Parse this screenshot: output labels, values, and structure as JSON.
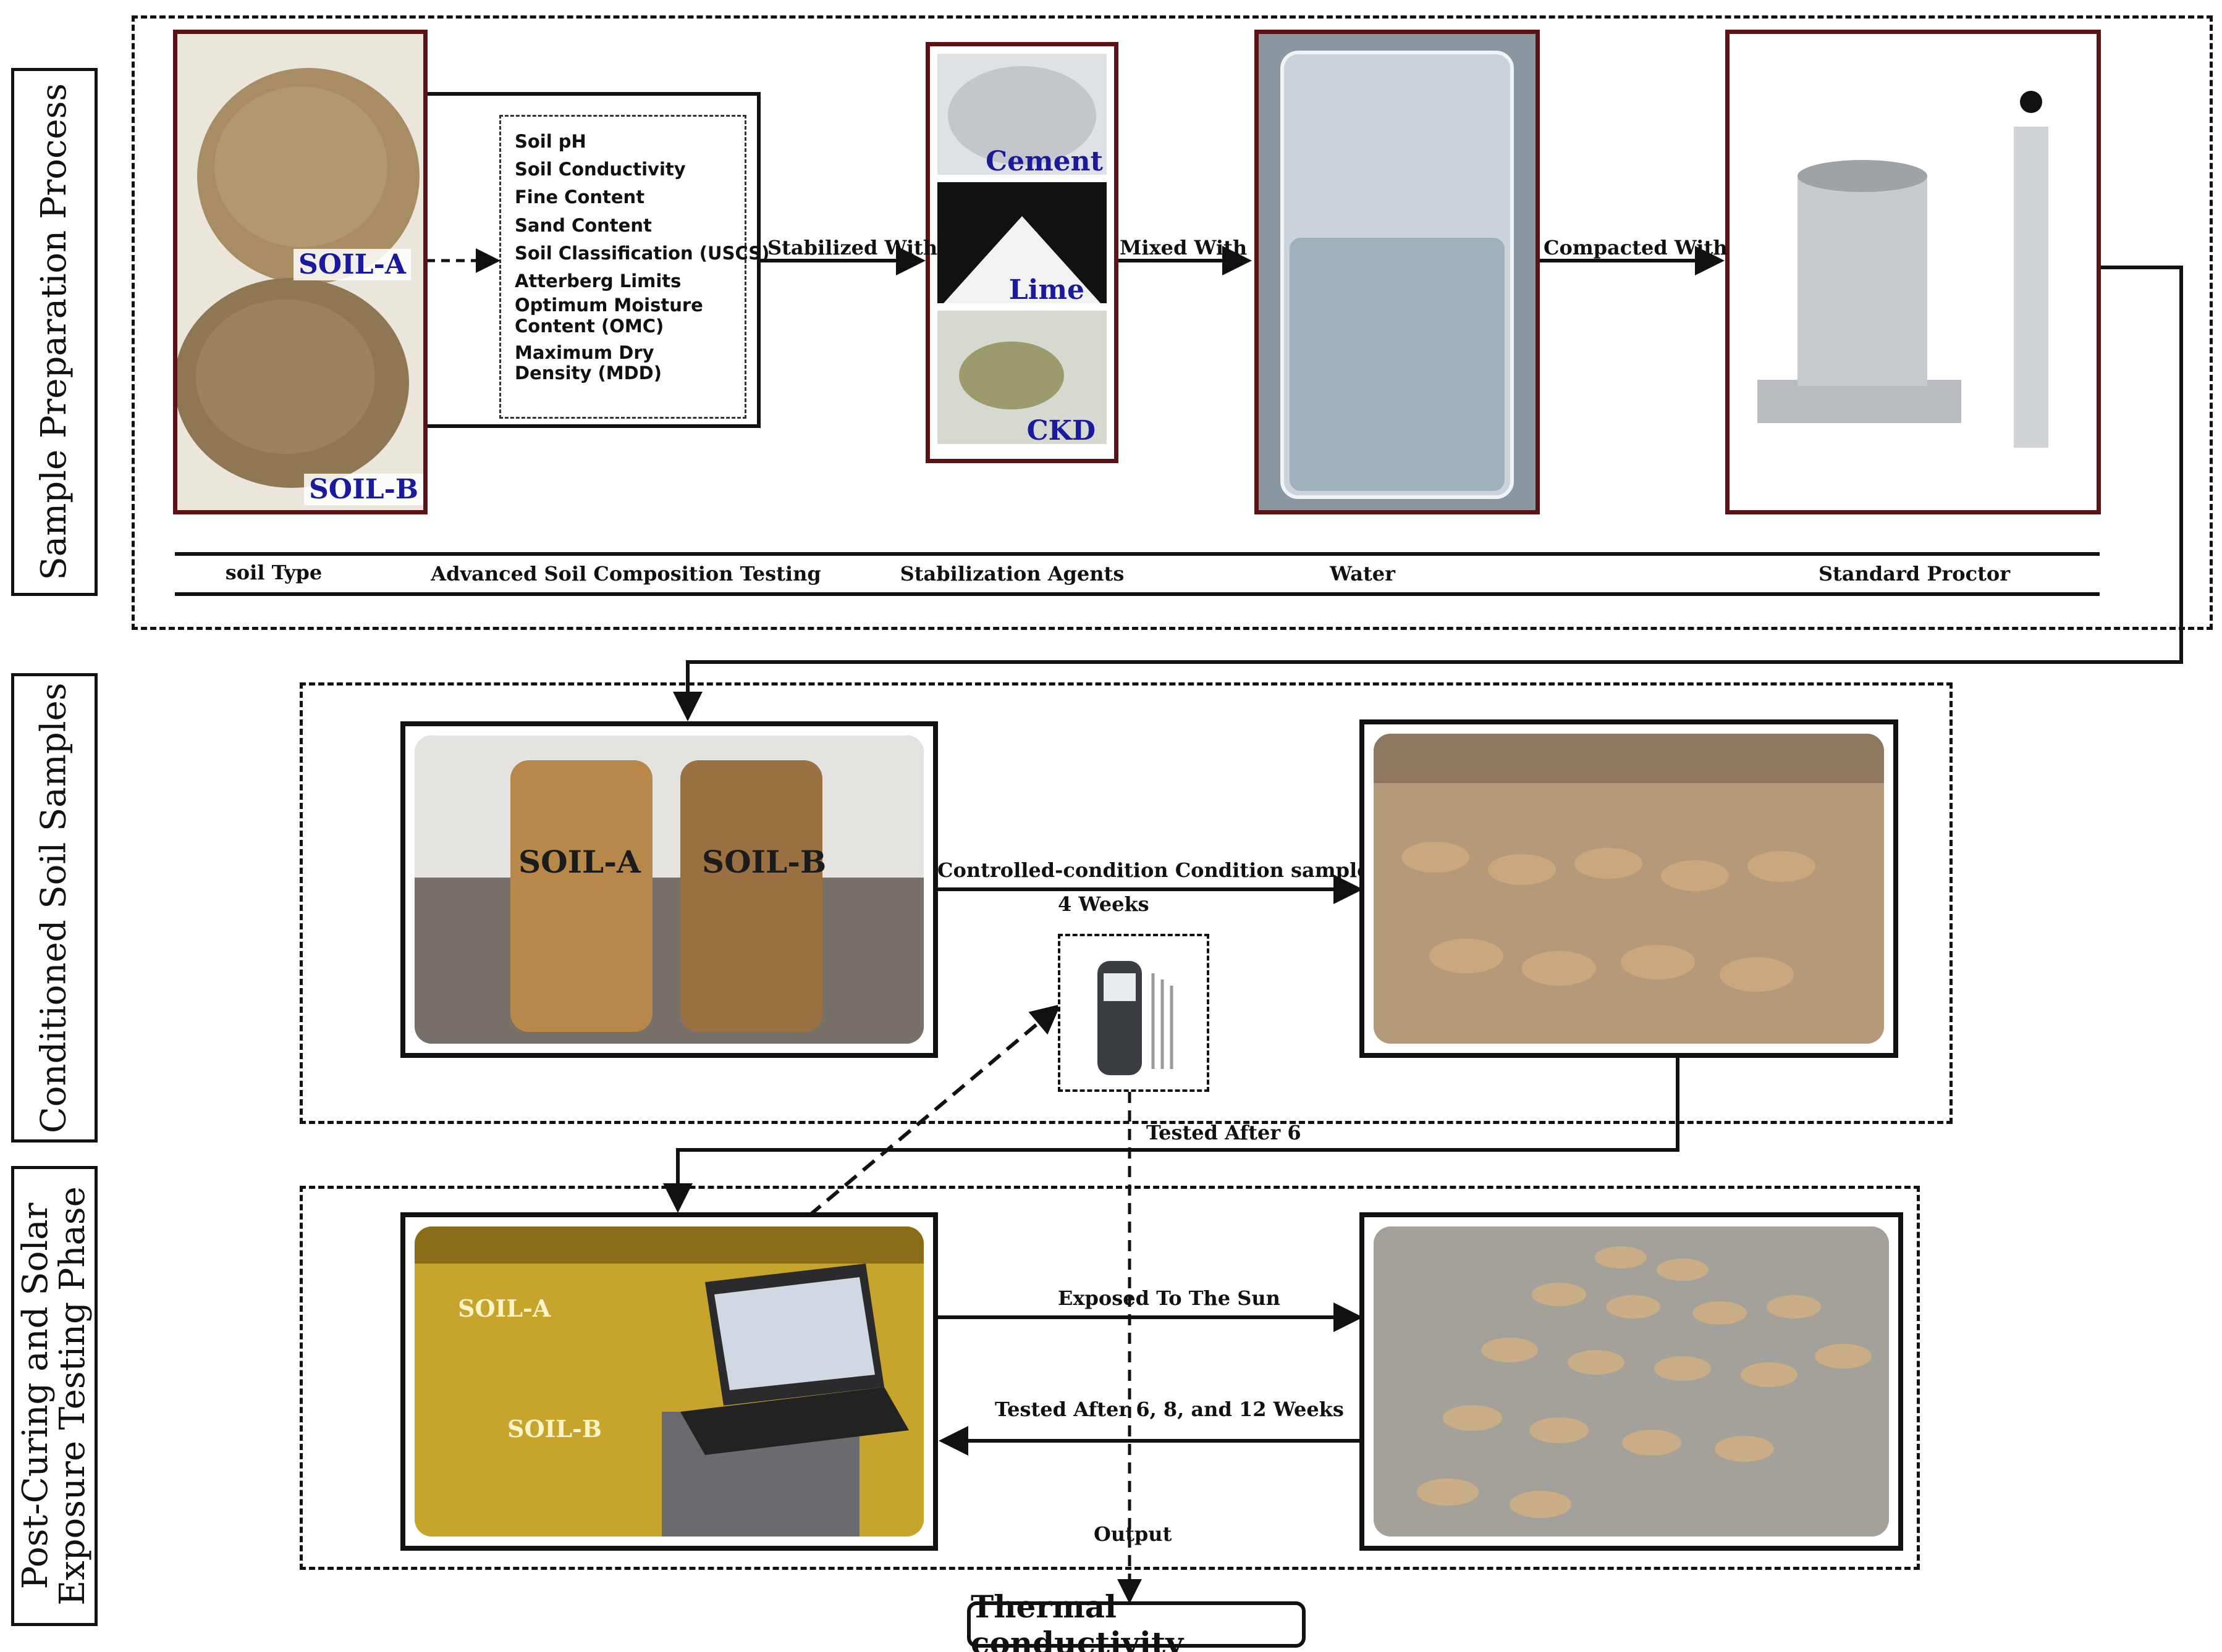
{
  "phases": {
    "sample_preparation": "Sample Preparation Process",
    "conditioned": "Conditioned Soil Samples",
    "post_curing_line1": "Post-Curing and Solar",
    "post_curing_line2": "Exposure Testing Phase"
  },
  "soil_panel": {
    "label_a": "SOIL-A",
    "label_b": "SOIL-B"
  },
  "tests": [
    "Soil pH",
    "Soil Conductivity",
    "Fine Content",
    "Sand Content",
    "Soil Classification (USCS)",
    "Atterberg Limits",
    "Optimum Moisture Content (OMC)",
    "Maximum Dry Density (MDD)"
  ],
  "agents": {
    "cement": "Cement",
    "lime": "Lime",
    "ckd": "CKD"
  },
  "flow_labels": {
    "stabilized_with": "Stabilized With",
    "mixed_with": "Mixed With",
    "compacted_with": "Compacted With",
    "controlled_condition": "Controlled-condition Condition samples",
    "four_weeks": "4 Weeks",
    "tested_after_6": "Tested After 6",
    "exposed_to_sun": "Exposed To The Sun",
    "tested_after_weeks": "Tested After 6, 8, and 12 Weeks",
    "output": "Output"
  },
  "bottom_labels": {
    "soil_type": "soil Type",
    "advanced_testing": "Advanced Soil Composition Testing",
    "stabilization_agents": "Stabilization Agents",
    "water": "Water",
    "standard_proctor": "Standard Proctor"
  },
  "cylinders": {
    "label_a": "SOIL-A",
    "label_b": "SOIL-B"
  },
  "lab": {
    "label_a": "SOIL-A",
    "label_b": "SOIL-B"
  },
  "result": "Thermal conductivity"
}
